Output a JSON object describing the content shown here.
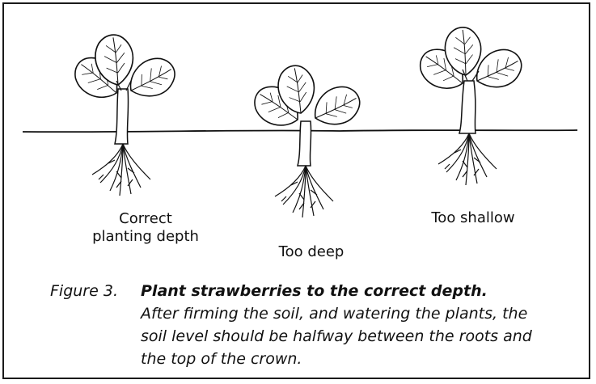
{
  "figure": {
    "labels": {
      "correct": "Correct\nplanting depth",
      "deep": "Too deep",
      "shallow": "Too shallow"
    },
    "caption": {
      "number": "Figure 3.",
      "title": "Plant strawberries to the correct depth.",
      "body": "After firming the soil, and watering the plants, the soil level should be halfway between the roots and the top of the crown."
    }
  },
  "colors": {
    "ink": "#111111",
    "background": "#ffffff"
  }
}
